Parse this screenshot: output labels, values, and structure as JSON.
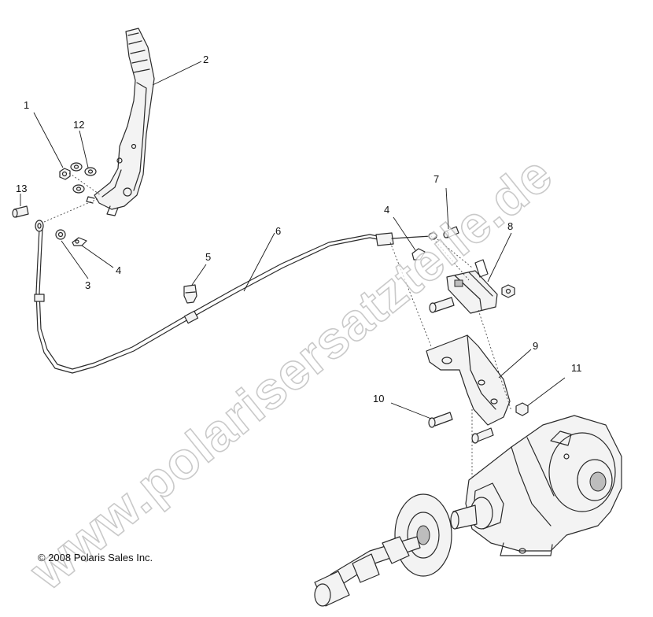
{
  "watermark": "www.polarisersatzteile.de",
  "copyright": "© 2008 Polaris Sales Inc.",
  "callouts": {
    "c1": "1",
    "c2": "2",
    "c3": "3",
    "c4a": "4",
    "c4b": "4",
    "c5": "5",
    "c6": "6",
    "c7": "7",
    "c8": "8",
    "c9": "9",
    "c10": "10",
    "c11": "11",
    "c12": "12",
    "c13": "13"
  }
}
